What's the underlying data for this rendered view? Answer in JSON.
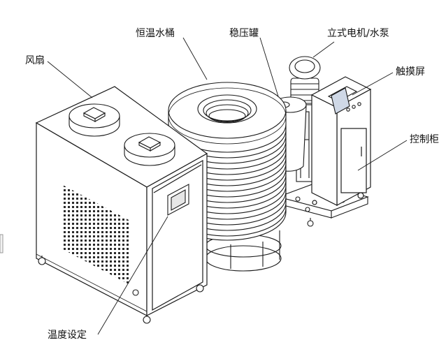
{
  "labels": {
    "fan": "风扇",
    "tank": "恒温水桶",
    "pressure_tank": "稳压罐",
    "pump": "立式电机/水泵",
    "touchscreen": "触摸屏",
    "cabinet": "控制柜",
    "temp_setting": "温度设定"
  },
  "colors": {
    "line": "#1a1a1a",
    "fill": "#ffffff",
    "shade": "#d9d9d9",
    "screen": "#cfd8e6"
  }
}
